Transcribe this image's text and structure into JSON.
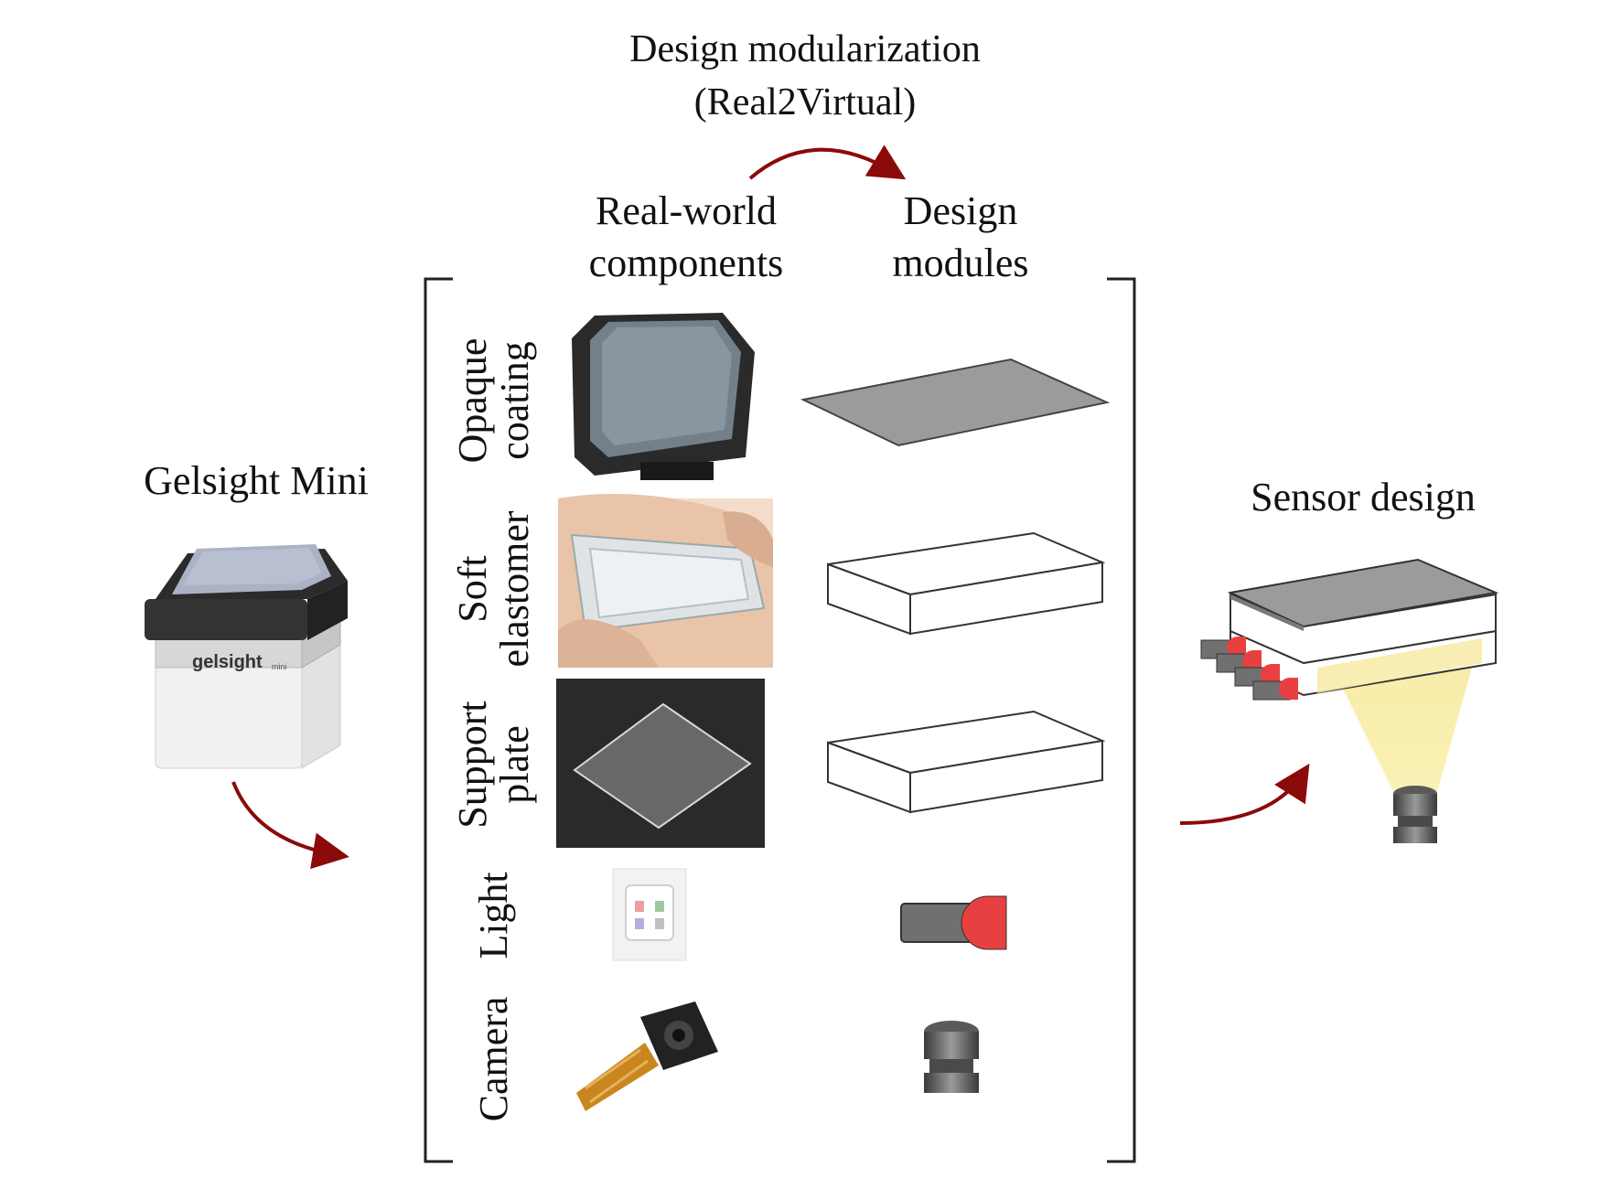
{
  "header": {
    "title_line1": "Design modularization",
    "title_line2": "(Real2Virtual)"
  },
  "columns": {
    "real_line1": "Real-world",
    "real_line2": "components",
    "modules_line1": "Design",
    "modules_line2": "modules"
  },
  "left": {
    "title": "Gelsight Mini",
    "logo_text": "gelsight",
    "logo_sub": "mini"
  },
  "right": {
    "title": "Sensor design"
  },
  "rows": [
    {
      "line1": "Opaque",
      "line2": "coating"
    },
    {
      "line1": "Soft",
      "line2": "elastomer"
    },
    {
      "line1": "Support",
      "line2": "plate"
    },
    {
      "line1": "Light",
      "line2": ""
    },
    {
      "line1": "Camera",
      "line2": ""
    }
  ],
  "colors": {
    "arrow": "#8b0a0a",
    "coating_gray": "#9b9b9b",
    "light_red": "#e84040",
    "light_yellow": "#f6e9a0"
  }
}
